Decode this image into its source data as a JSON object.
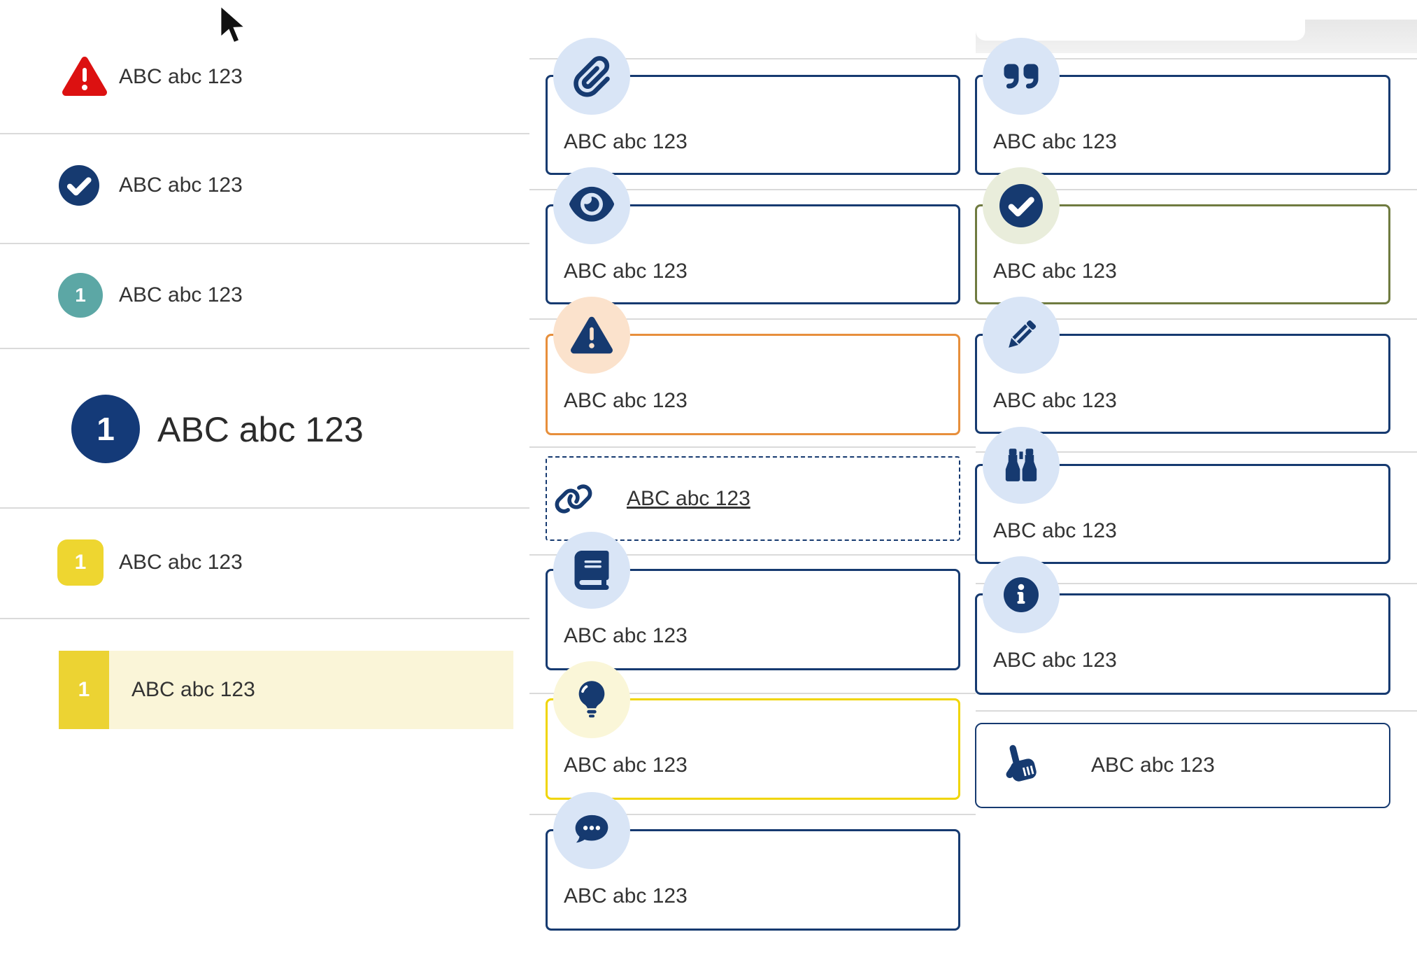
{
  "shared_label": "ABC abc 123",
  "left_list": {
    "items": [
      {
        "icon": "warning-triangle-icon",
        "label": "ABC abc 123"
      },
      {
        "icon": "check-circle-icon",
        "label": "ABC abc 123"
      },
      {
        "icon": "teal-number-badge",
        "number": "1",
        "label": "ABC abc 123"
      },
      {
        "icon": "navy-number-badge-large",
        "number": "1",
        "label": "ABC abc 123"
      },
      {
        "icon": "yellow-number-badge",
        "number": "1",
        "label": "ABC abc 123"
      },
      {
        "icon": "yellow-number-badge",
        "number": "1",
        "label": "ABC abc 123",
        "highlighted": true
      }
    ]
  },
  "middle_cards": [
    {
      "icon": "paperclip-icon",
      "label": "ABC abc 123",
      "border": "navy"
    },
    {
      "icon": "eye-icon",
      "label": "ABC abc 123",
      "border": "navy"
    },
    {
      "icon": "warning-triangle-icon",
      "label": "ABC abc 123",
      "border": "orange"
    },
    {
      "icon": "link-icon",
      "label": "ABC abc 123",
      "border": "dashed-navy",
      "is_link": true
    },
    {
      "icon": "book-icon",
      "label": "ABC abc 123",
      "border": "navy"
    },
    {
      "icon": "lightbulb-icon",
      "label": "ABC abc 123",
      "border": "yellow"
    },
    {
      "icon": "comment-dots-icon",
      "label": "ABC abc 123",
      "border": "navy"
    }
  ],
  "right_cards": [
    {
      "icon": "quote-icon",
      "label": "ABC abc 123",
      "border": "navy"
    },
    {
      "icon": "check-circle-icon",
      "label": "ABC abc 123",
      "border": "olive"
    },
    {
      "icon": "pencil-icon",
      "label": "ABC abc 123",
      "border": "navy"
    },
    {
      "icon": "binoculars-icon",
      "label": "ABC abc 123",
      "border": "navy"
    },
    {
      "icon": "info-circle-icon",
      "label": "ABC abc 123",
      "border": "navy"
    },
    {
      "icon": "hand-point-up-icon",
      "label": "ABC abc 123",
      "border": "navy-thin"
    }
  ],
  "colors": {
    "navy": "#163a70",
    "orange_border": "#e78f3c",
    "yellow_border": "#f0d505",
    "olive_border": "#6f7b40",
    "red": "#dc1111",
    "teal_badge": "#5ca7a5",
    "yellow_badge": "#eed630",
    "highlight_row_bg": "#faf5d8",
    "highlight_row_marker": "#ecd333",
    "icon_circle_blue": "#d9e5f6",
    "icon_circle_peach": "#fbe2cc",
    "icon_circle_lemon": "#faf6d8",
    "icon_circle_sage": "#e9eddb",
    "divider": "#dadada",
    "text": "#333333"
  }
}
